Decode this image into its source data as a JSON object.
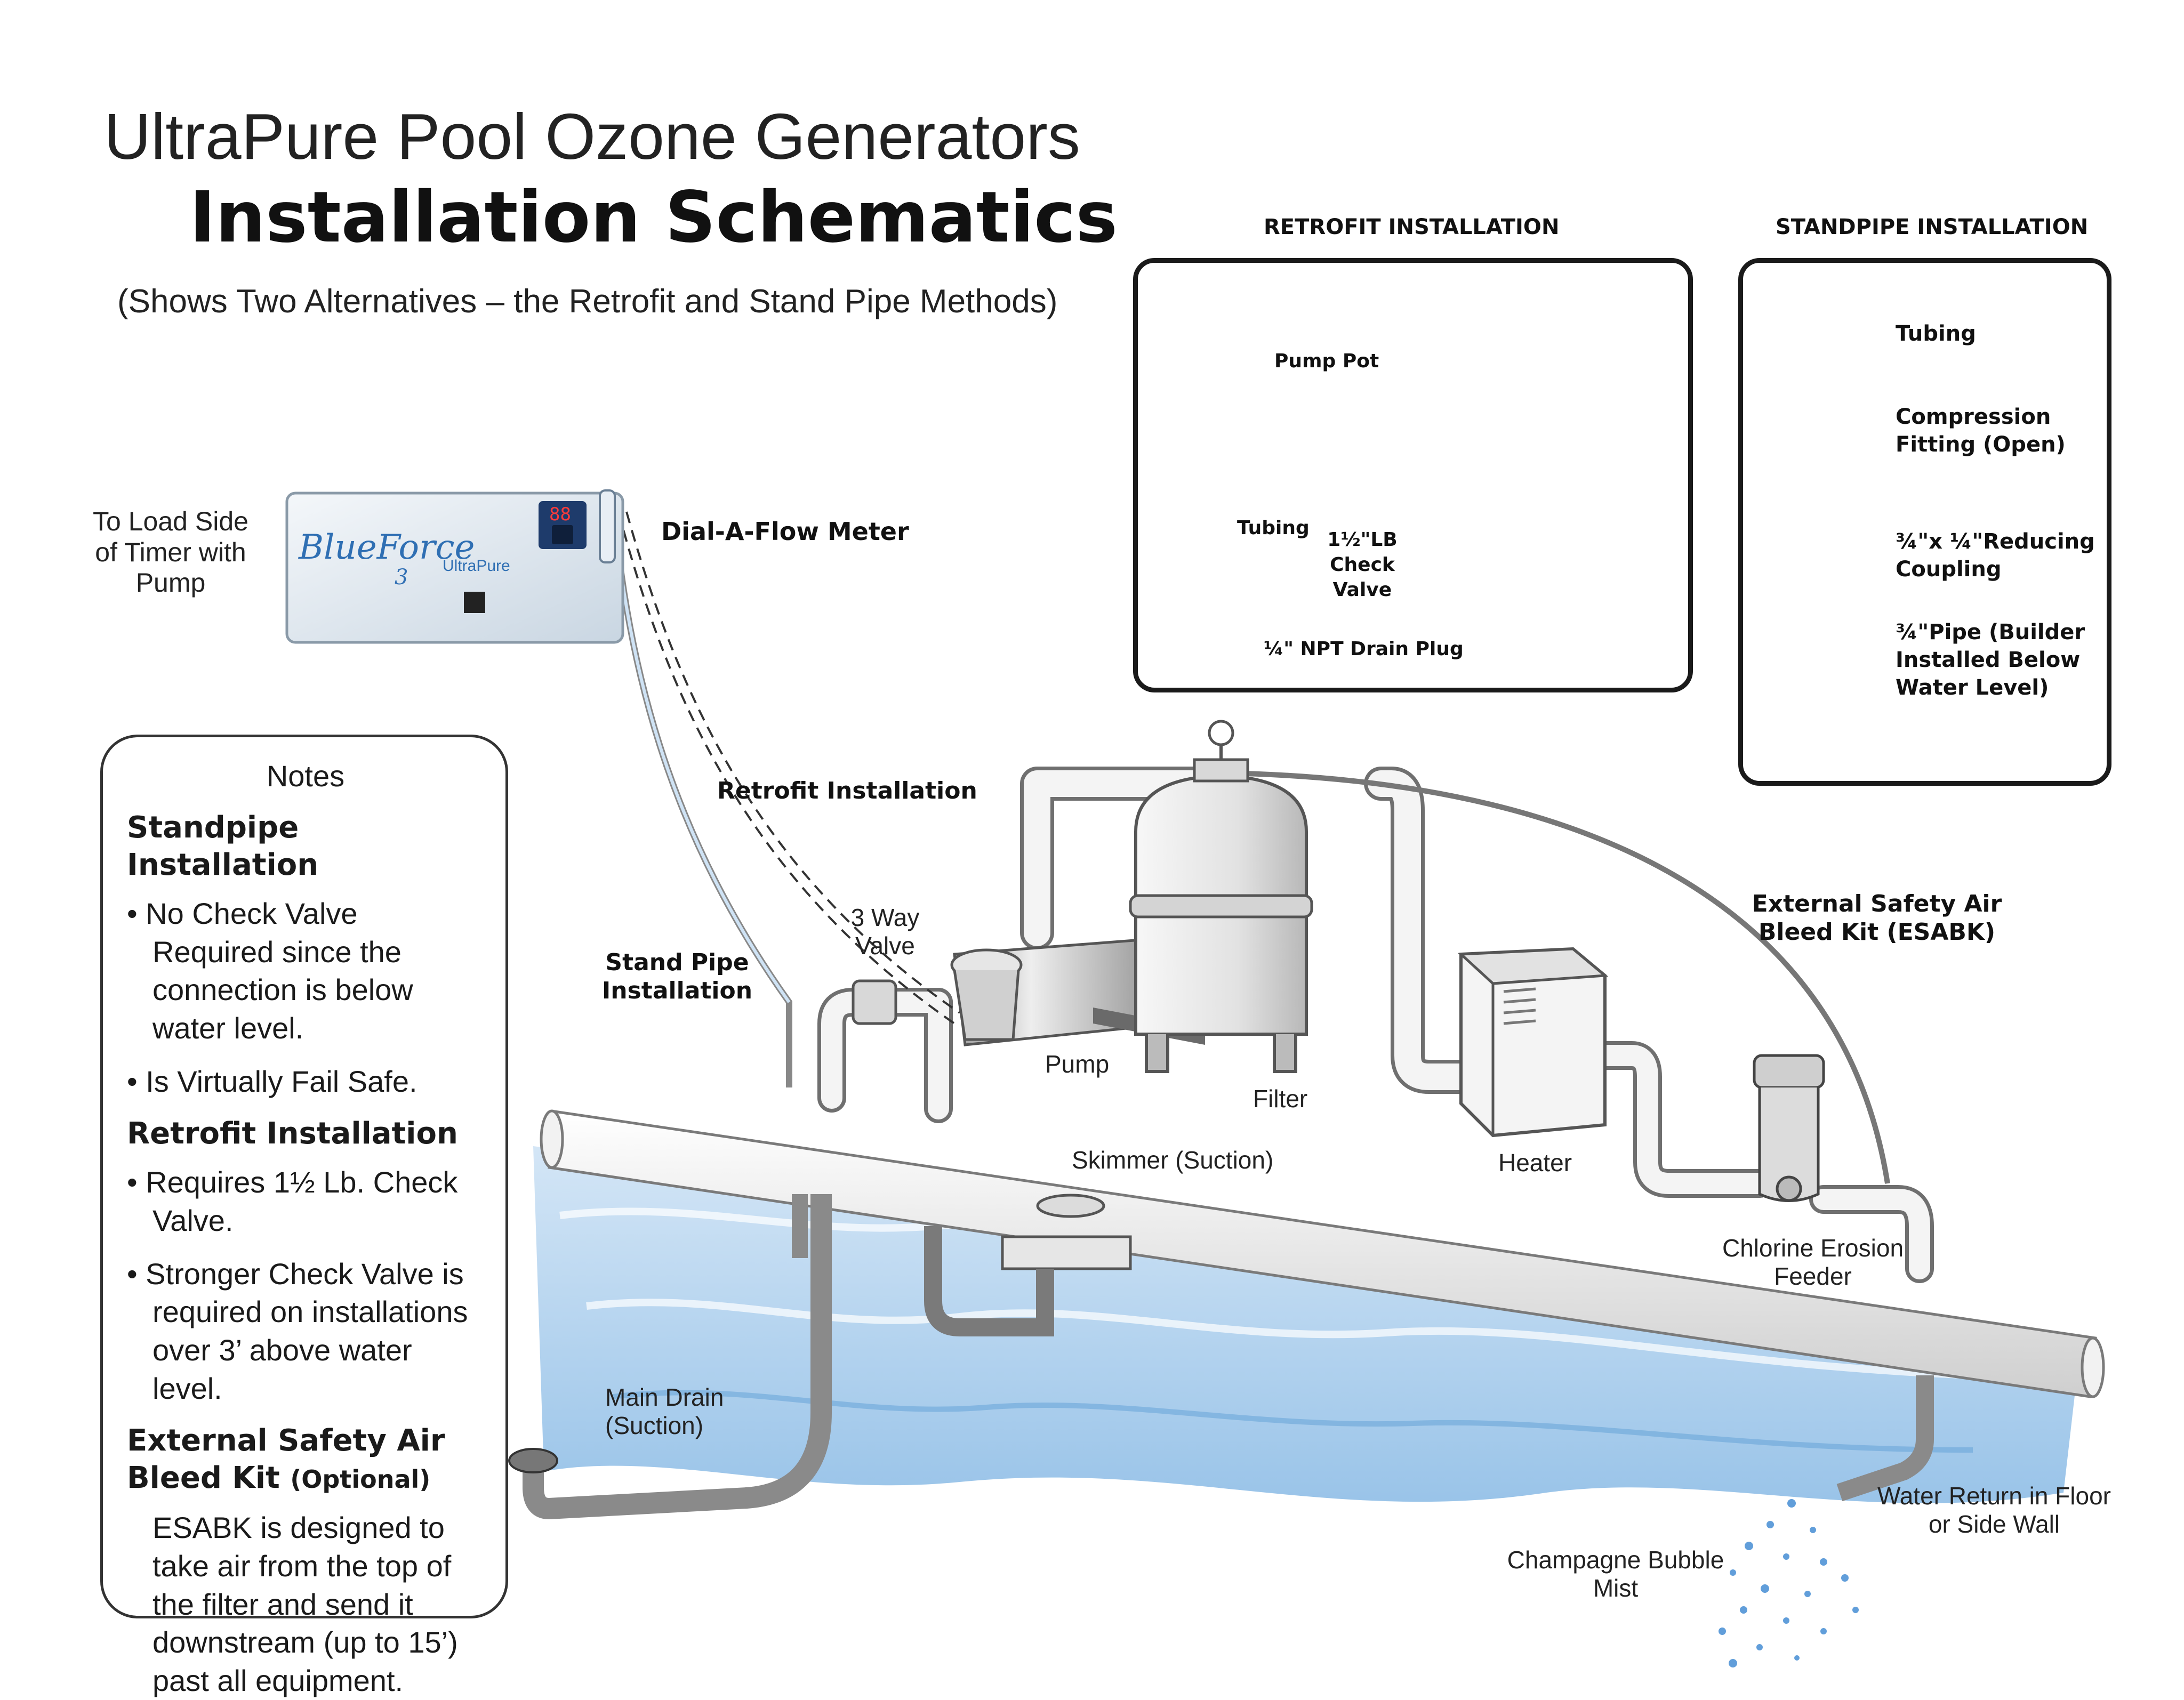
{
  "header": {
    "title_line1": "UltraPure Pool Ozone Generators",
    "title_line2": "Installation Schematics",
    "subtitle": "(Shows Two Alternatives – the Retrofit and Stand Pipe Methods)"
  },
  "device": {
    "brand": "BlueForce",
    "model": "3",
    "maker": "UltraPure",
    "display": "88",
    "side_label": "To Load Side of Timer with Pump",
    "meter_label": "Dial-A-Flow Meter"
  },
  "retrofit_box": {
    "heading": "RETROFIT INSTALLATION",
    "pump_pot": "Pump Pot",
    "tubing": "Tubing",
    "check_valve": "1½\"LB Check Valve",
    "drain_plug": "¼\" NPT Drain Plug"
  },
  "standpipe_box": {
    "heading": "STANDPIPE INSTALLATION",
    "tubing": "Tubing",
    "compression": "Compression Fitting (Open)",
    "coupling": "¾\"x ¼\"Reducing Coupling",
    "pipe": "¾\"Pipe (Builder Installed Below Water Level)"
  },
  "diagram": {
    "retrofit_installation": "Retrofit Installation",
    "stand_pipe_installation": "Stand Pipe Installation",
    "three_way_valve": "3 Way Valve",
    "pump": "Pump",
    "filter": "Filter",
    "heater": "Heater",
    "skimmer": "Skimmer (Suction)",
    "esabk": "External Safety Air Bleed Kit (ESABK)",
    "chlorine_feeder": "Chlorine Erosion Feeder",
    "main_drain": "Main Drain (Suction)",
    "water_return": "Water Return in Floor or Side Wall",
    "champagne": "Champagne Bubble Mist"
  },
  "notes": {
    "heading": "Notes",
    "standpipe_title": "Standpipe Installation",
    "standpipe_items": [
      "No Check Valve Required since the connection is below water level.",
      "Is Virtually Fail Safe."
    ],
    "retrofit_title": "Retrofit Installation",
    "retrofit_items": [
      "Requires 1½ Lb. Check Valve.",
      "Stronger Check Valve is required on installations over 3’ above water level."
    ],
    "esabk_title": "External Safety Air Bleed Kit",
    "esabk_optional": "(Optional)",
    "esabk_text": "ESABK is designed to take air from the top of the filter and send it downstream (up to 15’) past all equipment."
  },
  "colors": {
    "water": "#9fc6ea",
    "water_dark": "#5f9fd6",
    "pipe": "#f2f2f2",
    "pipe_stroke": "#6f6f6f",
    "device_face": "#e9eef3",
    "brand_blue": "#2f6fb3"
  }
}
